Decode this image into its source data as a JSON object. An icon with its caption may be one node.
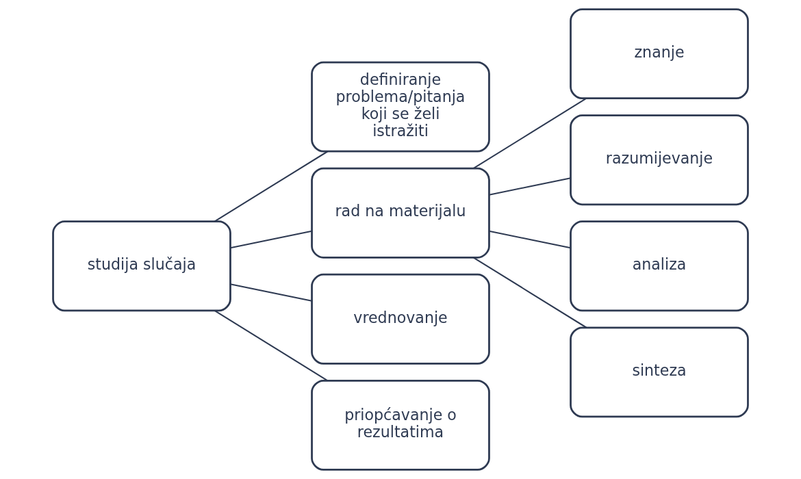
{
  "diagram": {
    "nodes": [
      {
        "text": [
          "studija slučaja"
        ]
      },
      {
        "text": [
          "definiranje problema/pitanja koji se želi istražiti"
        ]
      },
      {
        "text": [
          "rad na materijalu"
        ]
      },
      {
        "text": [
          "vrednovanje"
        ]
      },
      {
        "text": [
          "priopćavanje o rezultatima"
        ]
      },
      {
        "text": [
          "znanje"
        ]
      },
      {
        "text": [
          "razumijevanje"
        ]
      },
      {
        "text": [
          "analiza"
        ]
      },
      {
        "text": [
          "sinteza"
        ]
      }
    ],
    "edges": [
      {
        "from": 0,
        "to": 1,
        "arrow": "none"
      },
      {
        "from": 0,
        "to": 2,
        "arrow": "none"
      },
      {
        "from": 0,
        "to": 3,
        "arrow": "none"
      },
      {
        "from": 0,
        "to": 4,
        "arrow": "none"
      },
      {
        "from": 2,
        "to": 5,
        "arrow": "none"
      },
      {
        "from": 2,
        "to": 6,
        "arrow": "none"
      },
      {
        "from": 2,
        "to": 7,
        "arrow": "none"
      },
      {
        "from": 2,
        "to": 8,
        "arrow": "none"
      }
    ]
  }
}
